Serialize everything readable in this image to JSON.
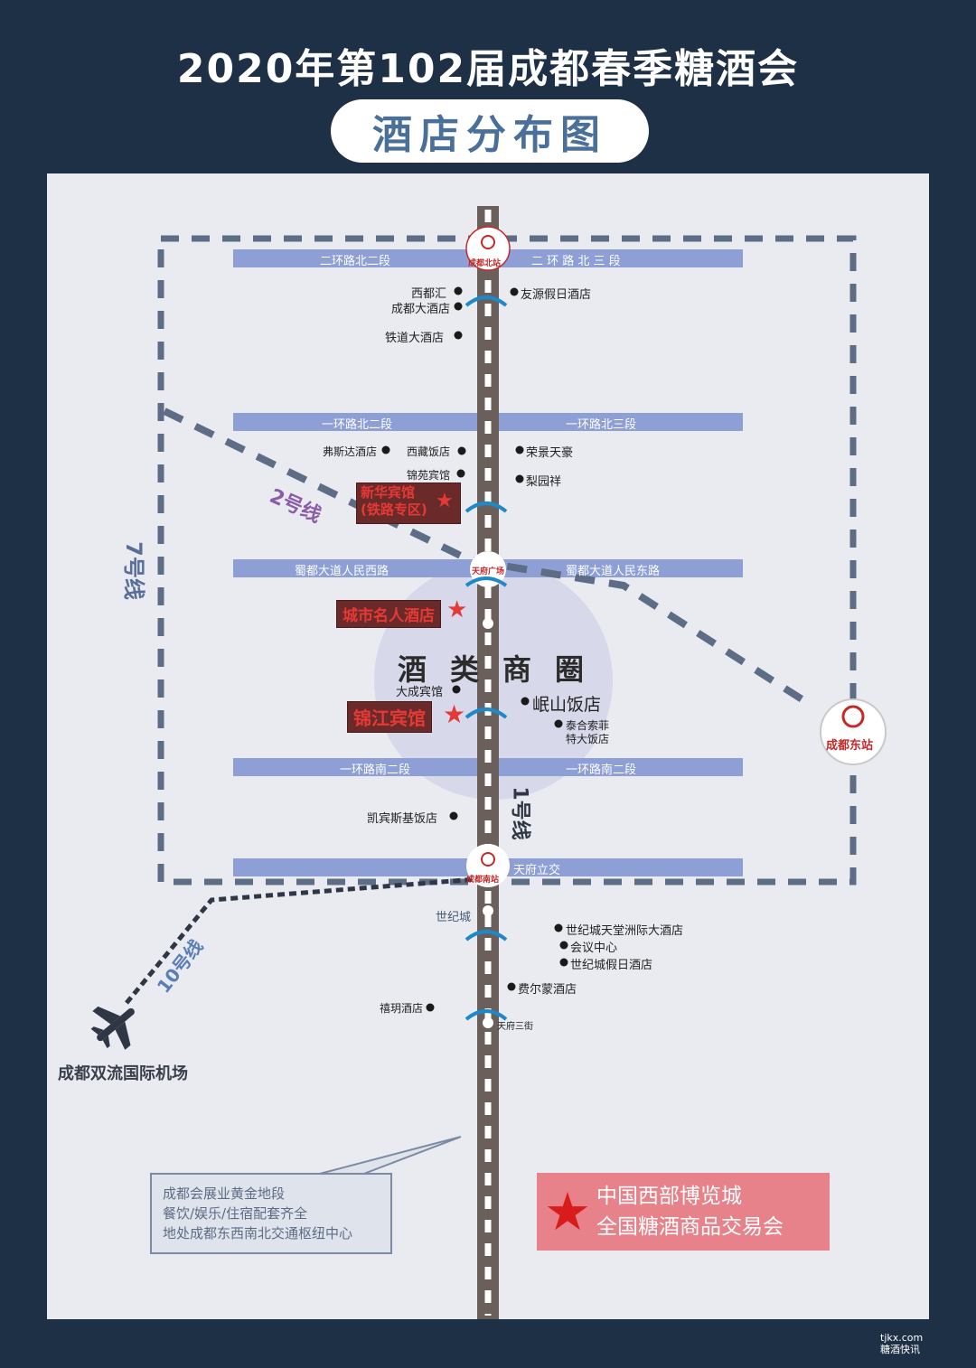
{
  "header": {
    "title": "2020年第102届成都春季糖酒会",
    "subtitle": "酒店分布图"
  },
  "roads": {
    "ring2_north_west": "二环路北二段",
    "ring2_north_east": "二 环 路 北 三 段",
    "ring1_north_west": "一环路北二段",
    "ring1_north_east": "一环路北三段",
    "renmin_west": "蜀都大道人民西路",
    "renmin_east": "蜀都大道人民东路",
    "ring1_south_west": "一环路南二段",
    "ring1_south_east": "一环路南二段",
    "tianfu_lijiao": "天府立交"
  },
  "stations": {
    "north": "成都北站",
    "east": "成都东站",
    "south": "成都南站",
    "tianfu_square": "天府广场",
    "shijicheng": "世纪城",
    "tianfu_3rd": "天府三街"
  },
  "metro_lines": {
    "line1": "1号线",
    "line2": "2号线",
    "line7": "7号线",
    "line10": "10号线"
  },
  "hotels": {
    "xiduhui": "西都汇",
    "chengdu_grand": "成都大酒店",
    "youyuan_holiday": "友源假日酒店",
    "tiedao": "铁道大酒店",
    "fusida": "弗斯达酒店",
    "xizang": "西藏饭店",
    "rongjing": "荣景天豪",
    "jinyuan": "锦苑宾馆",
    "liyuanxiang": "梨园祥",
    "xinhua": "新华宾馆",
    "xinhua_sub": "(铁路专区)",
    "city_celebrity": "城市名人酒店",
    "dacheng": "大成宾馆",
    "minshan": "岷山饭店",
    "jinjiang": "锦江宾馆",
    "sofitel_line1": "泰合索菲",
    "sofitel_line2": "特大饭店",
    "kempinski": "凯宾斯基饭店",
    "shijicheng_intercontinental": "世纪城天堂洲际大酒店",
    "conference_center": "会议中心",
    "shijicheng_holiday": "世纪城假日酒店",
    "fairmont": "费尔蒙酒店",
    "xiyue": "禧玥酒店"
  },
  "districts": {
    "liquor_circle": "酒类商圈"
  },
  "airport": {
    "name": "成都双流国际机场"
  },
  "callout": {
    "line1": "成都会展业黄金地段",
    "line2": "餐饮/娱乐/住宿配套齐全",
    "line3": "地处成都东西南北交通枢纽中心"
  },
  "legend": {
    "line1": "中国西部博览城",
    "line2": "全国糖酒商品交易会"
  },
  "watermark": {
    "domain": "tjkx.com",
    "brand": "糖酒快讯"
  },
  "colors": {
    "background": "#1e3045",
    "map": "#e9ebf1",
    "road": "#8d9fd4",
    "metro_line1": "#6a5f5b",
    "dashed_lines": "#5d6d86",
    "highlight_hotel": "#e53935",
    "legend_bg": "#e8828a"
  }
}
